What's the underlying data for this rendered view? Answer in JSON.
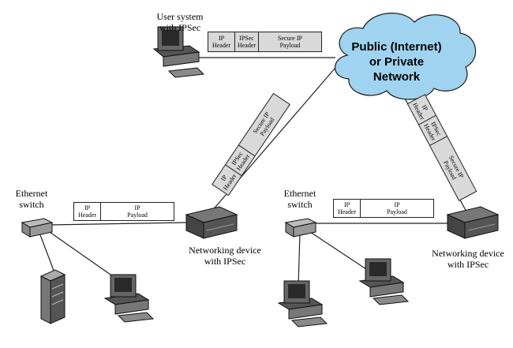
{
  "cloud": {
    "line1": "Public (Internet)",
    "line2": "or Private",
    "line3": "Network"
  },
  "user_system": {
    "line1": "User system",
    "line2": "with IPSec"
  },
  "switch_left": {
    "line1": "Ethernet",
    "line2": "switch"
  },
  "switch_right": {
    "line1": "Ethernet",
    "line2": "switch"
  },
  "device_mid": {
    "line1": "Networking device",
    "line2": "with IPSec"
  },
  "device_right": {
    "line1": "Networking device",
    "line2": "with IPSec"
  },
  "packets": {
    "user": [
      [
        "IP",
        "Header"
      ],
      [
        "IPSec",
        "Header"
      ],
      [
        "Secure IP",
        "Payload"
      ]
    ],
    "diag_left": [
      [
        "IP",
        "Header"
      ],
      [
        "IPSec",
        "Header"
      ],
      [
        "Secure IP",
        "Payload"
      ]
    ],
    "diag_right": [
      [
        "IP",
        "Header"
      ],
      [
        "IPSec",
        "Header"
      ],
      [
        "Secure IP",
        "Payload"
      ]
    ],
    "lan_left": [
      [
        "IP",
        "Header"
      ],
      [
        "IP",
        "Payload"
      ]
    ],
    "lan_right": [
      [
        "IP",
        "Header"
      ],
      [
        "IP",
        "Payload"
      ]
    ]
  },
  "colors": {
    "cloud_fill": "#9fd3ef",
    "cloud_stroke": "#1a1a1a",
    "packet_fill": "#d9d9d9"
  }
}
